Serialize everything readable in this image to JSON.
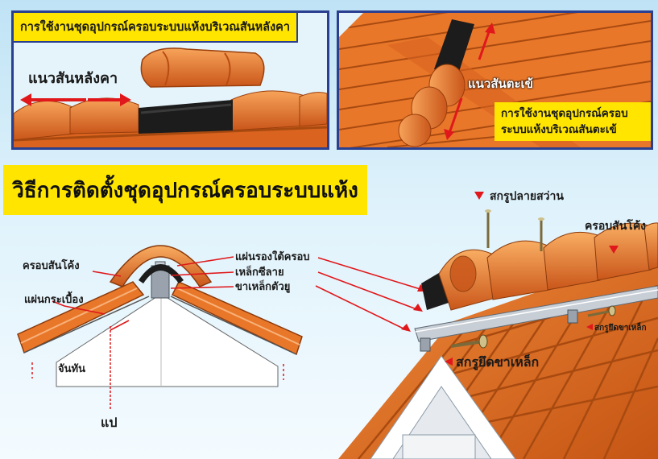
{
  "top_left": {
    "caption": "การใช้งานชุดอุปกรณ์ครอบระบบแห้งบริเวณสันหลังคา",
    "line_label": "แนวสันหลังคา"
  },
  "top_right": {
    "line_label": "แนวสันตะเข้",
    "caption_line1": "การใช้งานชุดอุปกรณ์ครอบ",
    "caption_line2": "ระบบแห้งบริเวณสันตะเข้"
  },
  "title": "วิธีการติดตั้งชุดอุปกรณ์ครอบระบบแห้ง",
  "cross_section": {
    "ridge_cap": "ครอบสันโค้ง",
    "tile": "แผ่นกระเบื้อง",
    "fascia": "จันทัน",
    "purlin": "แป",
    "under_cap": "แผ่นรองใต้ครอบ",
    "tile_batten": "เหล็กซีลาย",
    "bracket": "ขาเหล็กตัวยู"
  },
  "roof_3d": {
    "screw_top": "สกรูปลายสว่าน",
    "ridge_cap": "ครอบสันโค้ง",
    "screw_bracket_big": "สกรูยึดขาเหล็ก",
    "screw_bracket_small": "สกรูยึดขาเหล็ก"
  },
  "colors": {
    "tile_orange": "#e9772a",
    "tile_dark": "#b84c12",
    "caption_yellow": "#ffe500",
    "panel_border": "#2a3f8f",
    "arrow_red": "#e0181b",
    "dry_ridge_black": "#1c1c1c"
  }
}
